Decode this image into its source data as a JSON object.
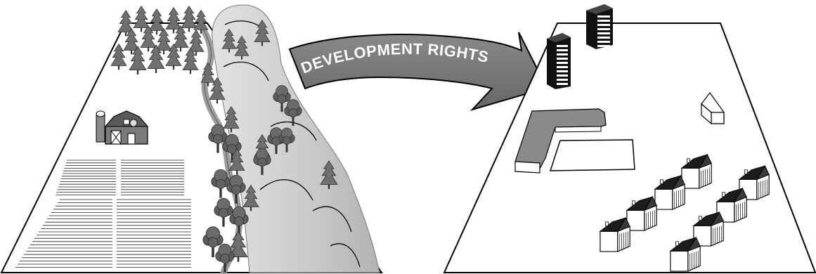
{
  "arrow": {
    "label": "DEVELOPMENT RIGHTS",
    "fill": "#7b7b7b",
    "text_color": "#ffffff"
  },
  "colors": {
    "outline": "#000000",
    "tree_dark": "#555555",
    "tree_mid": "#7a7a7a",
    "tree_light": "#9a9a9a",
    "hill": "#c8c8c8",
    "stream": "#9a9a9a",
    "barn": "#7a7a7a",
    "building": "#ffffff",
    "roof": "#222222"
  },
  "icons": {
    "farm_parcel": "farmland-parcel",
    "developed_parcel": "developed-parcel",
    "barn": "barn-icon",
    "tower": "tower-icon",
    "house": "house-icon"
  }
}
